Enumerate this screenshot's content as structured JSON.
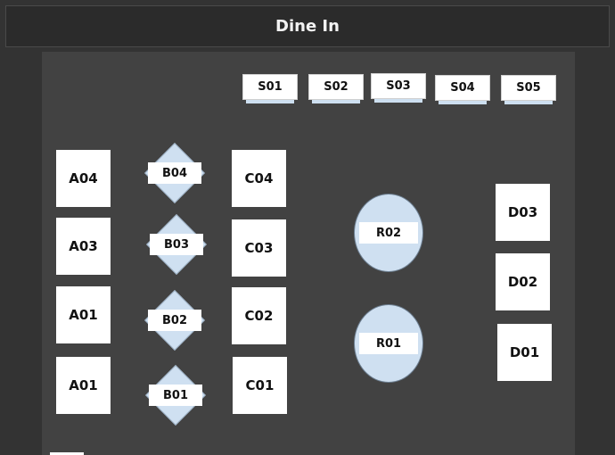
{
  "header": {
    "title": "Dine In"
  },
  "colors": {
    "background": "#333333",
    "floor": "#424242",
    "table": "#ffffff",
    "accent": "#cfe0f1"
  },
  "stools": [
    {
      "label": "S01"
    },
    {
      "label": "S02"
    },
    {
      "label": "S03"
    },
    {
      "label": "S04"
    },
    {
      "label": "S05"
    }
  ],
  "tables_a": [
    {
      "label": "A04"
    },
    {
      "label": "A03"
    },
    {
      "label": "A01"
    },
    {
      "label": "A01"
    }
  ],
  "tables_b": [
    {
      "label": "B04"
    },
    {
      "label": "B03"
    },
    {
      "label": "B02"
    },
    {
      "label": "B01"
    }
  ],
  "tables_c": [
    {
      "label": "C04"
    },
    {
      "label": "C03"
    },
    {
      "label": "C02"
    },
    {
      "label": "C01"
    }
  ],
  "tables_r": [
    {
      "label": "R02"
    },
    {
      "label": "R01"
    }
  ],
  "tables_d": [
    {
      "label": "D03"
    },
    {
      "label": "D02"
    },
    {
      "label": "D01"
    }
  ]
}
